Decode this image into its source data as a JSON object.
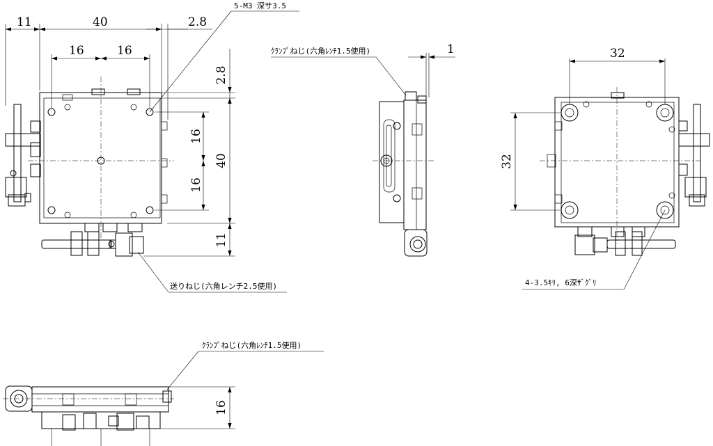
{
  "top_view": {
    "dims": {
      "left_offset": "11",
      "width": "40",
      "pitch_left": "16",
      "pitch_right": "16",
      "right_offset": "2.8",
      "top_offset": "2.8",
      "pitch_upper": "16",
      "pitch_lower": "16",
      "height": "40",
      "bottom_offset": "11"
    },
    "notes": {
      "tapped_holes": "5-M3 深サ3.5",
      "feed_screw": "送りねじ(六角レンチ2.5使用)"
    }
  },
  "side_view": {
    "dims": {
      "offset": "1"
    },
    "notes": {
      "clamp_screw": "ｸﾗﾝﾌﾟねじ(六角ﾚﾝﾁ1.5使用)"
    }
  },
  "bottom_view": {
    "dims": {
      "width": "32",
      "height": "32"
    },
    "notes": {
      "counterbore": "4-3.5ｷﾘ, 6深ｻﾞｸﾞﾘ"
    }
  },
  "front_view": {
    "dims": {
      "height": "16"
    },
    "notes": {
      "clamp_screw": "ｸﾗﾝﾌﾟねじ(六角ﾚﾝﾁ1.5使用)"
    }
  }
}
